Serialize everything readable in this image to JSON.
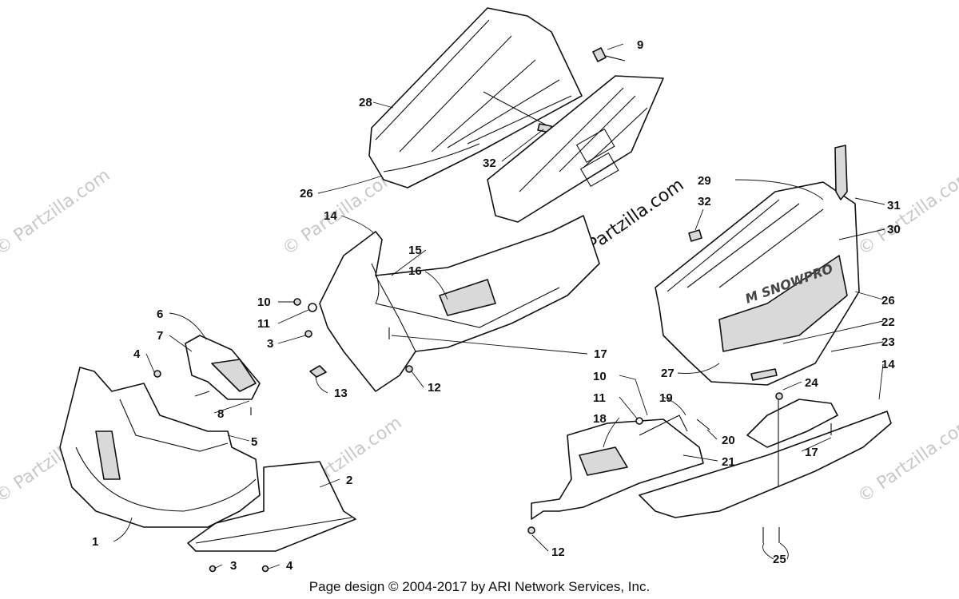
{
  "callouts": {
    "c1": "1",
    "c2": "2",
    "c3a": "3",
    "c3b": "3",
    "c4a": "4",
    "c4b": "4",
    "c5": "5",
    "c6": "6",
    "c7": "7",
    "c8": "8",
    "c9": "9",
    "c10a": "10",
    "c10b": "10",
    "c11a": "11",
    "c11b": "11",
    "c12a": "12",
    "c12b": "12",
    "c13": "13",
    "c14a": "14",
    "c14b": "14",
    "c15": "15",
    "c16": "16",
    "c17a": "17",
    "c17b": "17",
    "c18": "18",
    "c19": "19",
    "c20": "20",
    "c21": "21",
    "c22": "22",
    "c23": "23",
    "c24": "24",
    "c25": "25",
    "c26a": "26",
    "c26b": "26",
    "c27": "27",
    "c28": "28",
    "c29": "29",
    "c30": "30",
    "c31": "31",
    "c32a": "32",
    "c32b": "32"
  },
  "watermark": "© Partzilla.com",
  "decal_text": "M SNOWPRO",
  "footer": "Page design © 2004-2017 by ARI Network Services, Inc."
}
